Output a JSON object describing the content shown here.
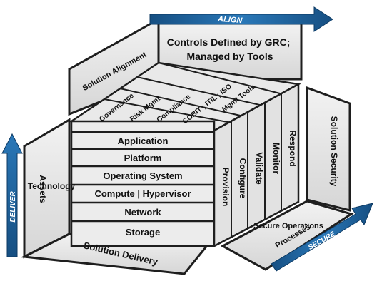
{
  "colors": {
    "panel_fill": "#e6e6e6",
    "panel_edge": "#1e1e1e",
    "label_text": "#111111",
    "arrow_blue": "#2a78b8",
    "arrow_blue_dark": "#164f82",
    "arrow_text": "#ffffff"
  },
  "arrows": {
    "align": "ALIGN",
    "deliver": "DELIVER",
    "secure": "SECURE"
  },
  "panels": {
    "top_panel": "Controls Defined by GRC;\nManaged by Tools",
    "top_side": "Solution Alignment",
    "left_side": "Technology\nAssets",
    "bottom": "Solution Delivery",
    "right_side": "Solution Security",
    "right_bottom": "Secure Operations\nProcesses"
  },
  "stack_layers": [
    "Application",
    "Platform",
    "Operating System",
    "Compute | Hypervisor",
    "Network",
    "Storage"
  ],
  "top_columns": [
    "Governance",
    "Risk Mgmt",
    "Compliance",
    "COBIT ; ITIL ; ISO",
    "Mgmt Tools"
  ],
  "side_columns": [
    "Provision",
    "Configure",
    "Validate",
    "Monitor",
    "Respond"
  ]
}
